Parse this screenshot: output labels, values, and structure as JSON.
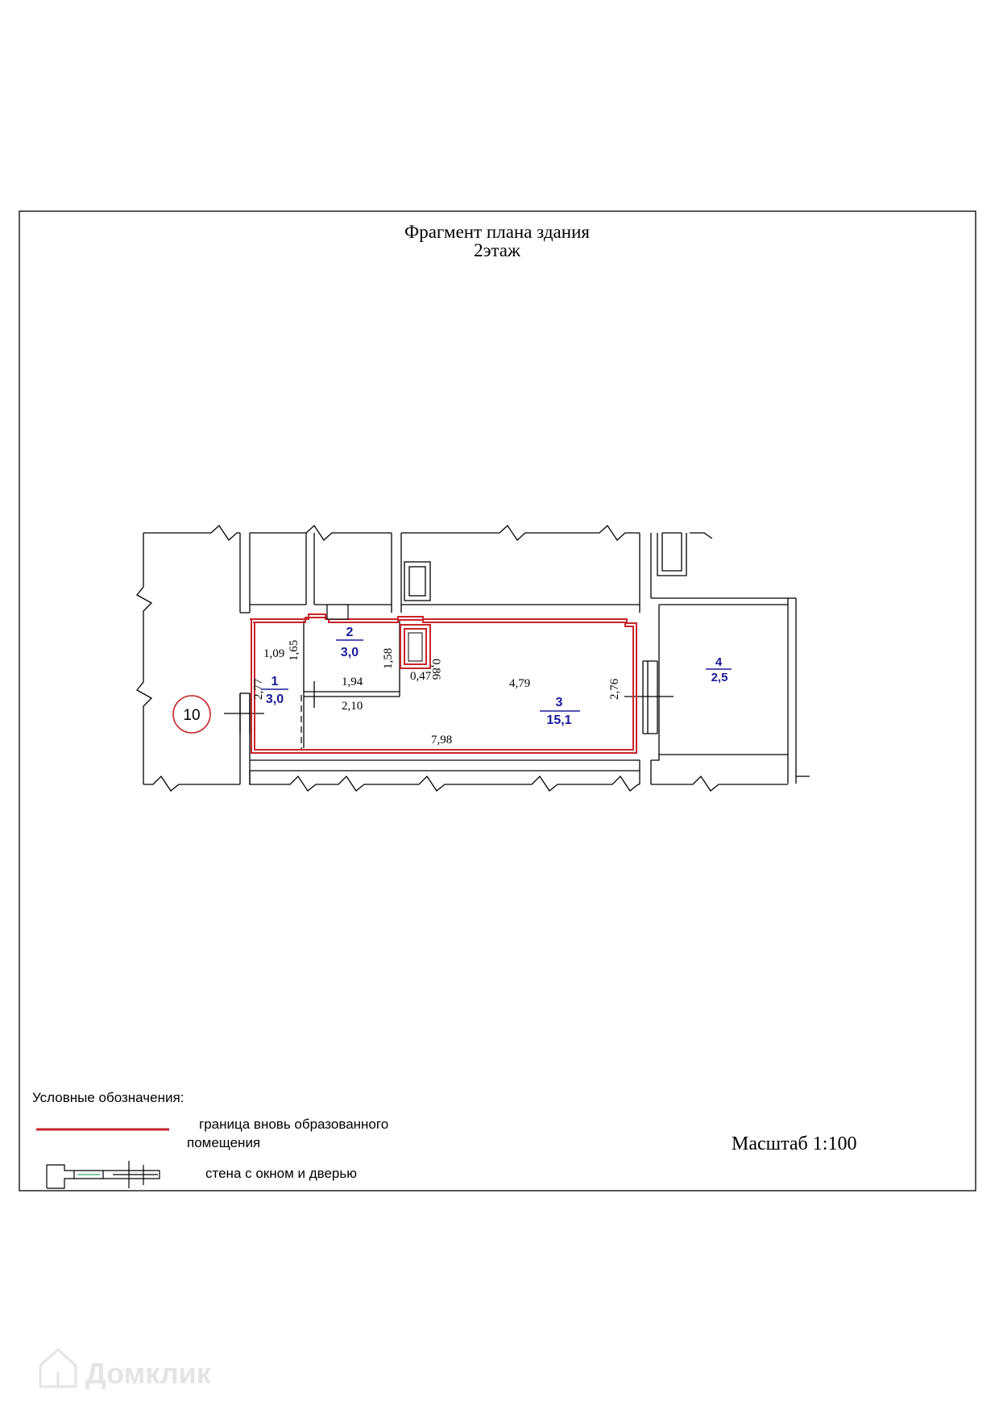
{
  "header": {
    "title": "Фрагмент плана здания",
    "floor": "2этаж"
  },
  "rooms": [
    {
      "number": "1",
      "area": "3,0"
    },
    {
      "number": "2",
      "area": "3,0"
    },
    {
      "number": "3",
      "area": "15,1"
    },
    {
      "number": "4",
      "area": "2,5"
    }
  ],
  "dimensions": {
    "d1_09": "1,09",
    "d1_65": "1,65",
    "d2_77": "2,77",
    "d1_94": "1,94",
    "d2_10": "2,10",
    "d1_58": "1,58",
    "d0_86": "0,86",
    "d0_47": "0,47",
    "d4_79": "4,79",
    "d2_76": "2,76",
    "d7_98": "7,98"
  },
  "marker": {
    "label": "10"
  },
  "legend": {
    "title": "Условные обозначения:",
    "boundary_line1": "граница  вновь образованного",
    "boundary_line2": "помещения",
    "wall_label": "стена с окном и дверью"
  },
  "scale": "Масштаб 1:100",
  "watermark": "Домклик",
  "colors": {
    "boundary_red": "#c8242a",
    "room_label_blue": "#1a1a9a",
    "wall_black": "#000000",
    "marker_red": "#c8242a"
  }
}
